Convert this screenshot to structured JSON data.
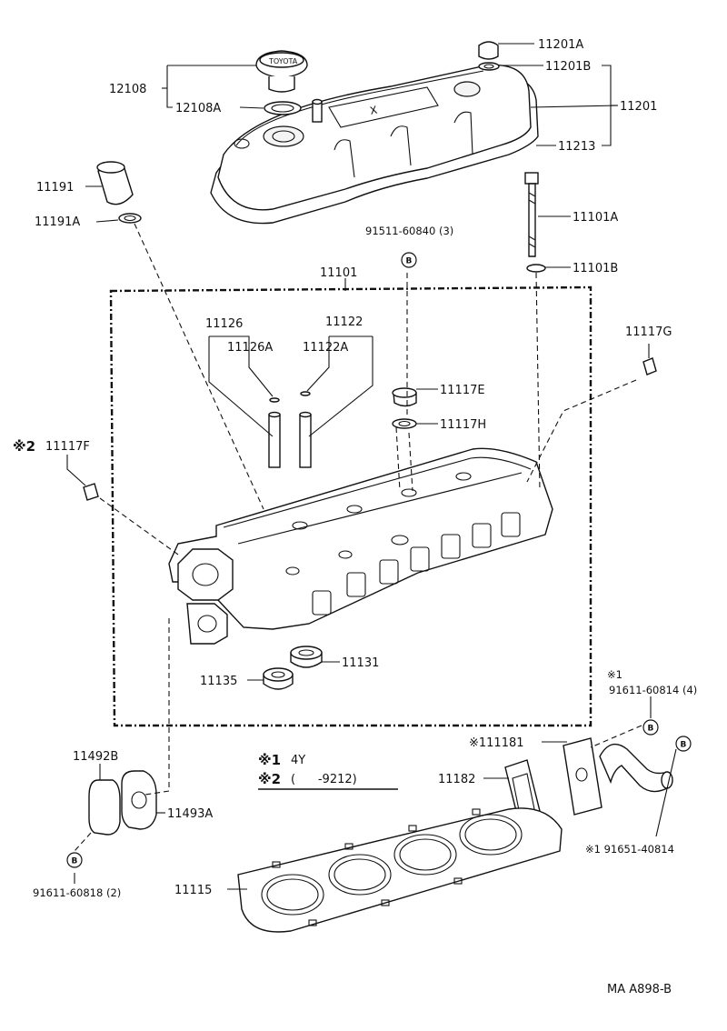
{
  "labels": {
    "p11201A": "11201A",
    "p11201B": "11201B",
    "p11201": "11201",
    "p11213": "11213",
    "p12108": "12108",
    "p12108A": "12108A",
    "p11191": "11191",
    "p11191A": "11191A",
    "p11101A": "11101A",
    "p11101B": "11101B",
    "p91511": "91511-60840 (3)",
    "p11101": "11101",
    "p11126": "11126",
    "p11126A": "11126A",
    "p11122": "11122",
    "p11122A": "11122A",
    "p11117G": "11117G",
    "p11117E": "11117E",
    "p11117H": "11117H",
    "p11117F": "11117F",
    "p11117F_mark": "※2",
    "p11131": "11131",
    "p11135": "11135",
    "note1_mark": "※1",
    "p91611_60814": "91611-60814 (4)",
    "p111181": "※111181",
    "p11182": "11182",
    "p11492B": "11492B",
    "p11493A": "11493A",
    "p91611_60818": "91611-60818 (2)",
    "p91651": "※1 91651-40814",
    "p11115": "11115",
    "footer_code": "MA A898-B"
  },
  "legend": {
    "mark1": "※1",
    "text1": "4Y",
    "mark2": "※2",
    "text2": "(      -9212)"
  },
  "badge_letter": "B"
}
